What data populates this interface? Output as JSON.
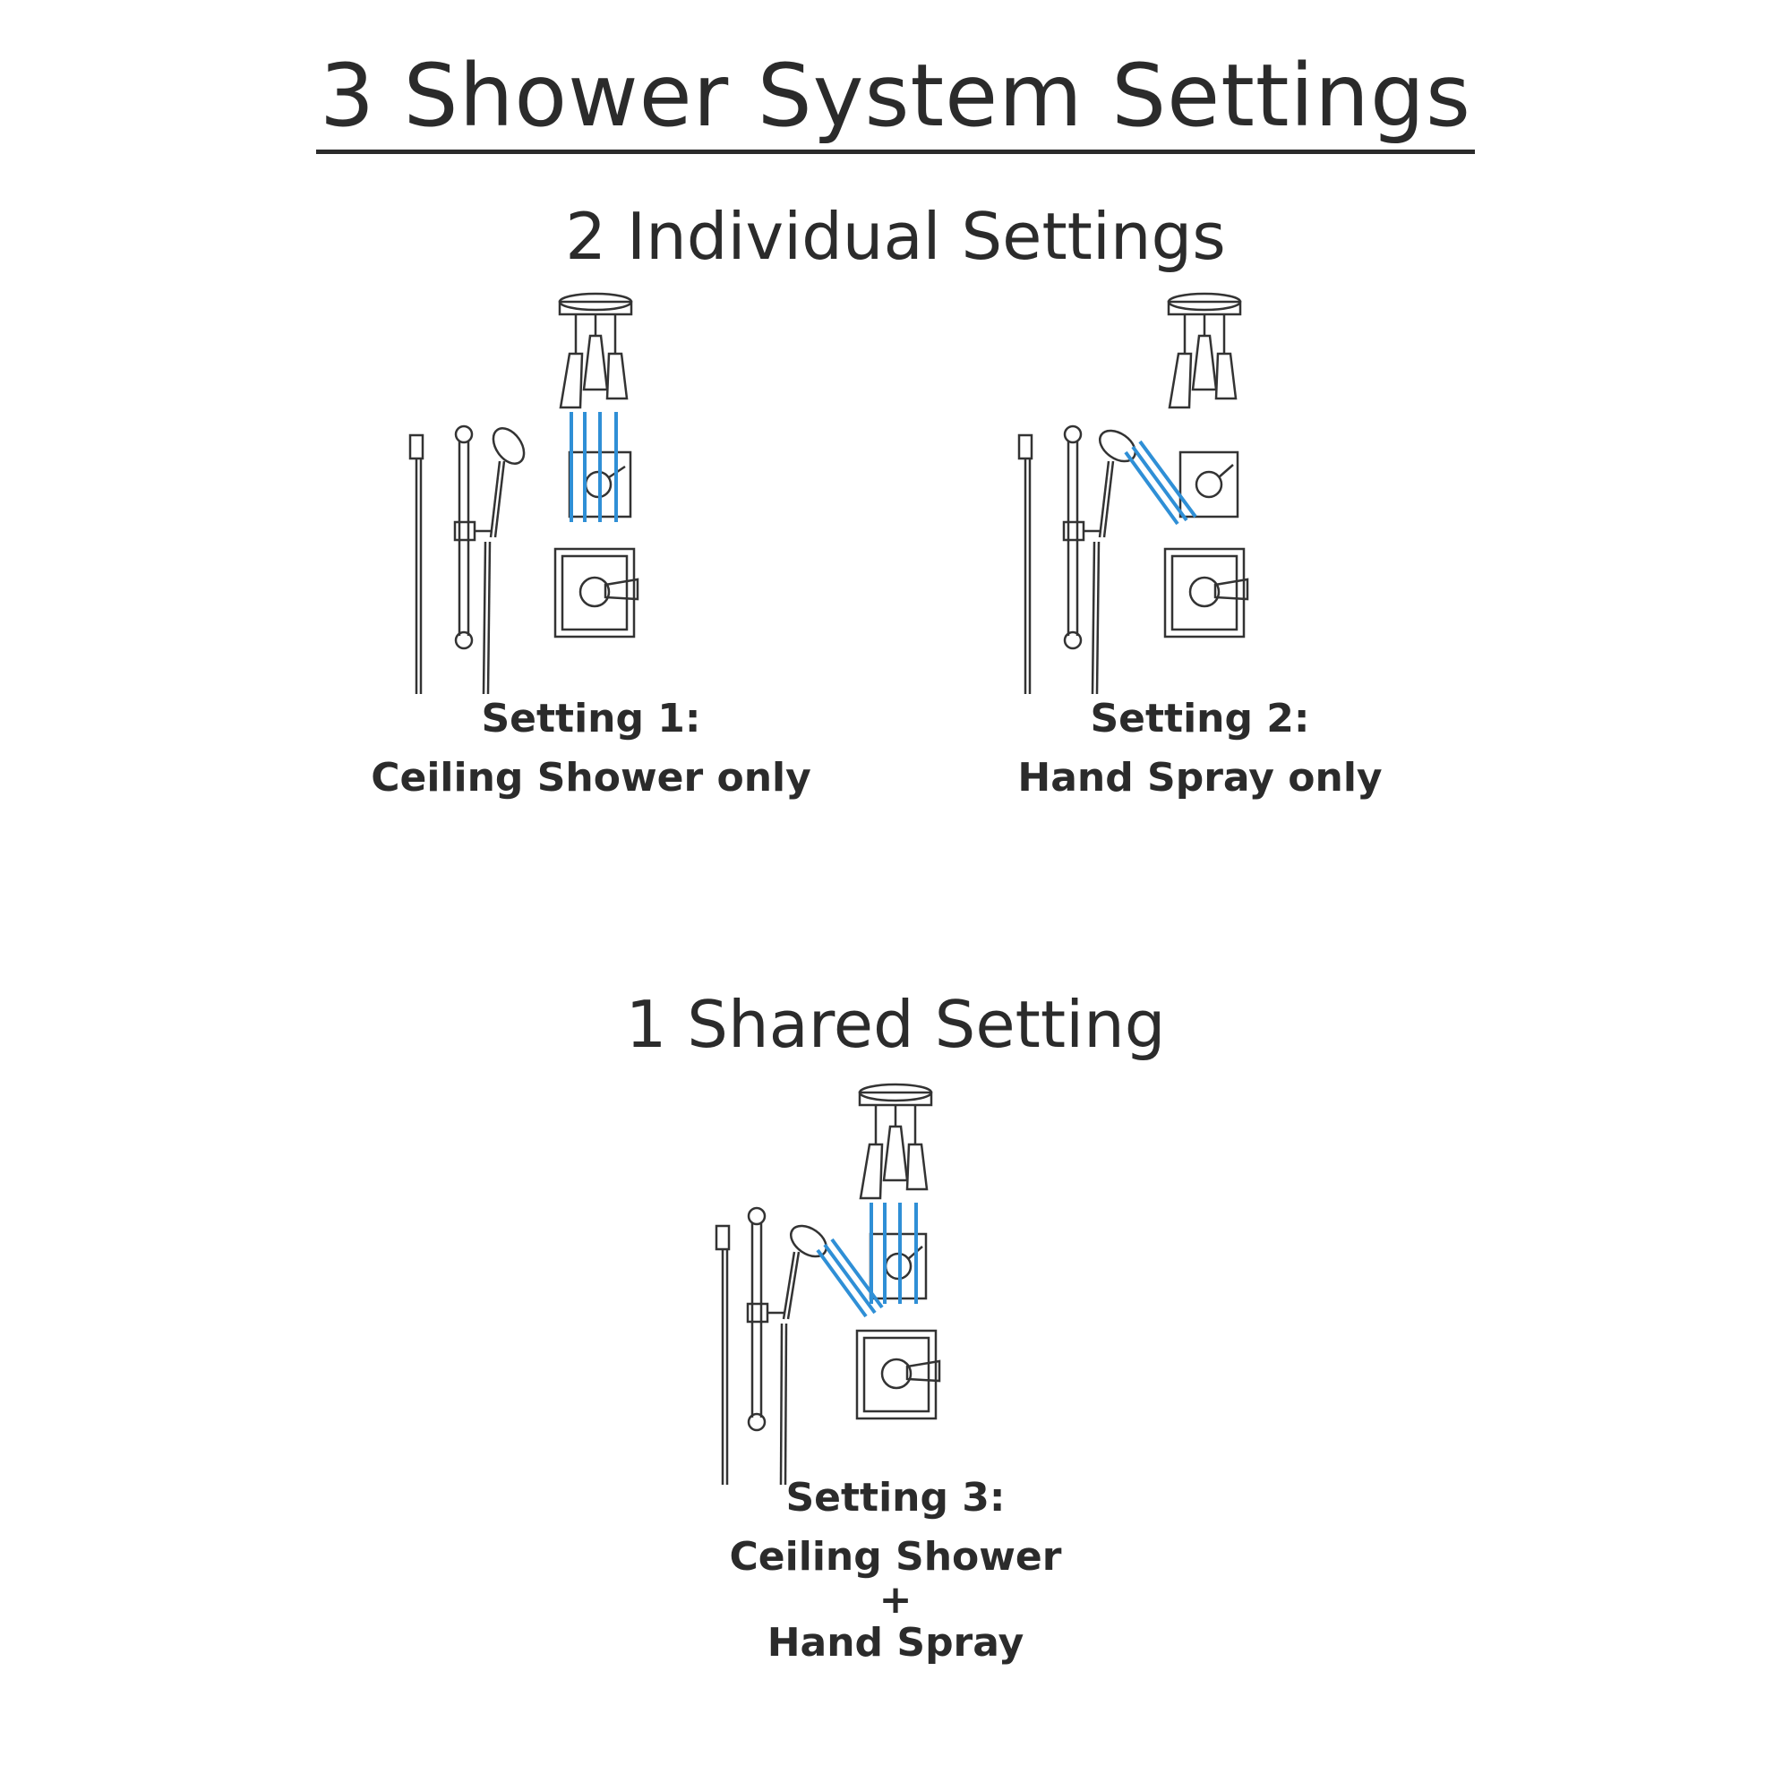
{
  "title": "3 Shower System Settings",
  "sections": {
    "individual": {
      "heading": "2 Individual Settings"
    },
    "shared": {
      "heading": "1 Shared Setting"
    }
  },
  "settings": [
    {
      "label": "Setting 1:",
      "description": "Ceiling Shower only",
      "active_outlets": [
        "ceiling-shower"
      ]
    },
    {
      "label": "Setting 2:",
      "description": "Hand Spray only",
      "active_outlets": [
        "hand-spray"
      ]
    },
    {
      "label": "Setting 3:",
      "description_line1": "Ceiling Shower",
      "connector": "+",
      "description_line2": "Hand Spray",
      "active_outlets": [
        "ceiling-shower",
        "hand-spray"
      ]
    }
  ],
  "colors": {
    "text": "#2b2b2b",
    "water_stream": "#2f8fd6",
    "line_art": "#333333"
  },
  "icons": [
    "ceiling-shower-icon",
    "hand-spray-icon",
    "slide-bar-icon",
    "diverter-valve-icon",
    "mixer-valve-icon",
    "water-stream-icon"
  ]
}
